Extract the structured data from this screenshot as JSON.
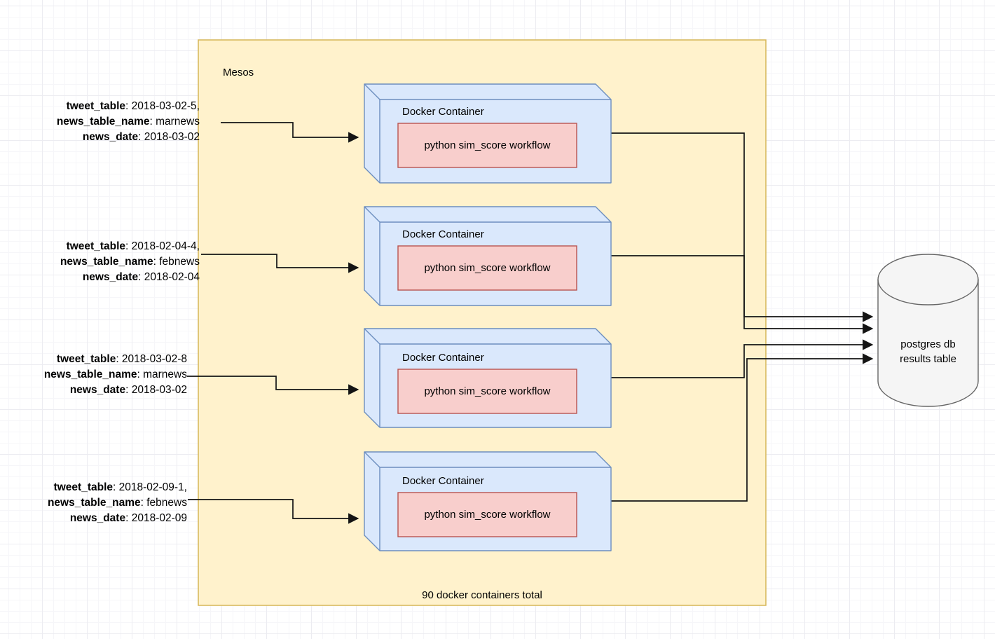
{
  "cluster": {
    "label": "Mesos",
    "footer": "90 docker containers total"
  },
  "inputs": [
    {
      "lines": [
        {
          "key": "tweet_table",
          "value": ": 2018-03-02-5,"
        },
        {
          "key": "news_table_name",
          "value": ": marnews"
        },
        {
          "key": "news_date",
          "value": ": 2018-03-02"
        }
      ]
    },
    {
      "lines": [
        {
          "key": "tweet_table",
          "value": ": 2018-02-04-4,"
        },
        {
          "key": "news_table_name",
          "value": ": febnews"
        },
        {
          "key": "news_date",
          "value": ": 2018-02-04"
        }
      ]
    },
    {
      "lines": [
        {
          "key": "tweet_table",
          "value": ": 2018-03-02-8"
        },
        {
          "key": "news_table_name",
          "value": ": marnews"
        },
        {
          "key": "news_date",
          "value": ": 2018-03-02"
        }
      ]
    },
    {
      "lines": [
        {
          "key": "tweet_table",
          "value": ": 2018-02-09-1,"
        },
        {
          "key": "news_table_name",
          "value": ": febnews"
        },
        {
          "key": "news_date",
          "value": ": 2018-02-09"
        }
      ]
    }
  ],
  "containers": [
    {
      "title": "Docker Container",
      "workflow": "python sim_score workflow"
    },
    {
      "title": "Docker Container",
      "workflow": "python sim_score workflow"
    },
    {
      "title": "Docker Container",
      "workflow": "python sim_score workflow"
    },
    {
      "title": "Docker Container",
      "workflow": "python sim_score workflow"
    }
  ],
  "database": {
    "line1": "postgres db",
    "line2": "results table"
  },
  "colors": {
    "cluster_fill": "#FFF2CC",
    "cluster_stroke": "#D6B656",
    "container_fill": "#DAE8FC",
    "container_stroke": "#6C8EBF",
    "workflow_fill": "#F8CECC",
    "workflow_stroke": "#B85450",
    "database_fill": "#F5F5F5",
    "database_stroke": "#666666",
    "arrow": "#141414"
  }
}
